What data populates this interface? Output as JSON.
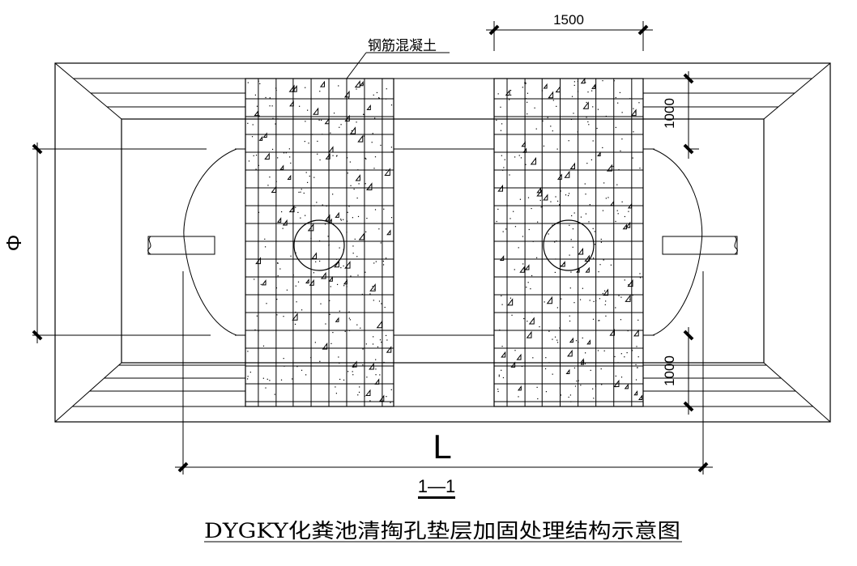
{
  "drawing": {
    "title": "DYGKY化粪池清掏孔垫层加固处理结构示意图",
    "section_label": "1—1",
    "material_label": "钢筋混凝土",
    "dim_top": "1500",
    "dim_right_top": "1000",
    "dim_right_bottom": "1000",
    "dim_length": "L",
    "dim_diameter": "Φ"
  }
}
